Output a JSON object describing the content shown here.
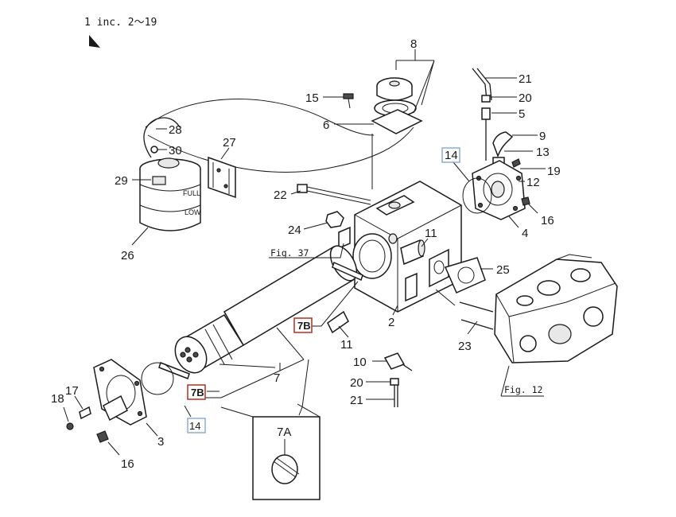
{
  "header": {
    "note": "1 inc. 2〜19"
  },
  "colors": {
    "ink": "#1a1a1a",
    "red_box": "#c0392b",
    "blue_box": "#8aa6cf"
  },
  "tank": {
    "label_fill": "FULL",
    "label_low": "LOW"
  },
  "callouts": {
    "c2": "2",
    "c3": "3",
    "c4": "4",
    "c5": "5",
    "c6": "6",
    "c7": "7",
    "c7A": "7A",
    "c7B_top": "7B",
    "c7B_bottom": "7B",
    "c8": "8",
    "c9": "9",
    "c10": "10",
    "c11_top": "11",
    "c11_bottom": "11",
    "c12": "12",
    "c13": "13",
    "c14_left": "14",
    "c14_right": "14",
    "c15": "15",
    "c16_right": "16",
    "c16_bottom": "16",
    "c17": "17",
    "c18": "18",
    "c19": "19",
    "c20_top": "20",
    "c20_bottom": "20",
    "c21_top": "21",
    "c21_bottom": "21",
    "c22": "22",
    "c23": "23",
    "c24": "24",
    "c25": "25",
    "c26": "26",
    "c27": "27",
    "c28": "28",
    "c29": "29",
    "c30": "30"
  },
  "figure_refs": {
    "fig37": "Fig. 37",
    "fig12": "Fig. 12"
  }
}
